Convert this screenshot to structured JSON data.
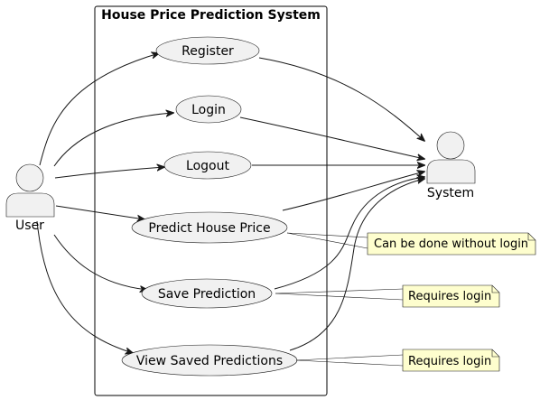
{
  "system": {
    "title": "House Price Prediction System"
  },
  "actors": {
    "user": {
      "label": "User"
    },
    "system": {
      "label": "System"
    }
  },
  "use_cases": {
    "register": {
      "label": "Register"
    },
    "login": {
      "label": "Login"
    },
    "logout": {
      "label": "Logout"
    },
    "predict": {
      "label": "Predict House Price"
    },
    "save": {
      "label": "Save Prediction"
    },
    "view": {
      "label": "View Saved Predictions"
    }
  },
  "notes": {
    "predict": {
      "text": "Can be done without login"
    },
    "save": {
      "text": "Requires login"
    },
    "view": {
      "text": "Requires login"
    }
  },
  "relations": [
    {
      "from": "User",
      "to": "Register"
    },
    {
      "from": "User",
      "to": "Login"
    },
    {
      "from": "User",
      "to": "Logout"
    },
    {
      "from": "User",
      "to": "Predict House Price"
    },
    {
      "from": "User",
      "to": "Save Prediction"
    },
    {
      "from": "User",
      "to": "View Saved Predictions"
    },
    {
      "from": "Register",
      "to": "System"
    },
    {
      "from": "Login",
      "to": "System"
    },
    {
      "from": "Logout",
      "to": "System"
    },
    {
      "from": "Predict House Price",
      "to": "System"
    },
    {
      "from": "Save Prediction",
      "to": "System"
    },
    {
      "from": "View Saved Predictions",
      "to": "System"
    }
  ],
  "colors": {
    "use_case_fill": "#f1f1f1",
    "note_fill": "#fefece",
    "stroke": "#181818"
  }
}
